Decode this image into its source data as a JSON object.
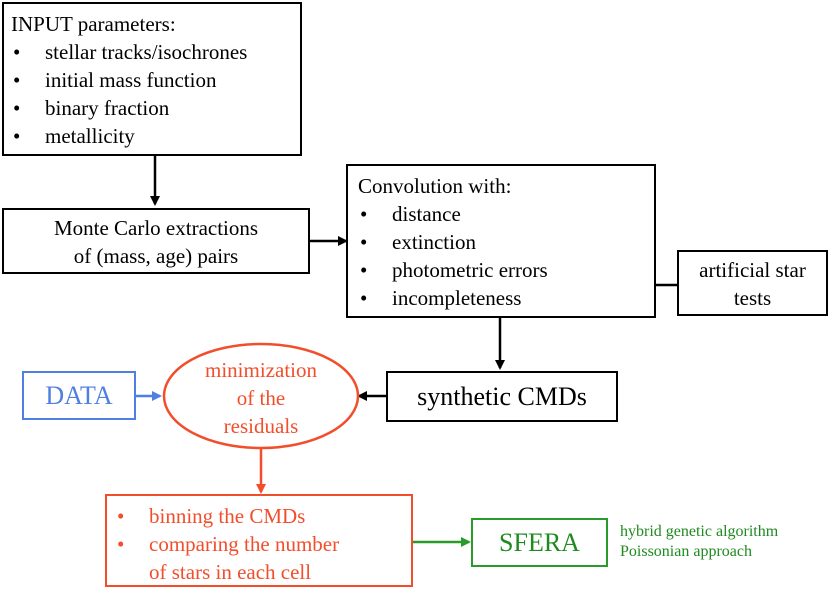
{
  "input_box": {
    "title": "INPUT parameters:",
    "items": [
      "stellar tracks/isochrones",
      "initial mass function",
      "binary fraction",
      "metallicity"
    ]
  },
  "monte_carlo_box": {
    "line1": "Monte Carlo extractions",
    "line2": "of (mass, age) pairs"
  },
  "convolution_box": {
    "title": "Convolution with:",
    "items": [
      "distance",
      "extinction",
      "photometric errors",
      "incompleteness"
    ]
  },
  "artificial_box": {
    "line1": "artificial star",
    "line2": "tests"
  },
  "synthetic_box": {
    "label": "synthetic CMDs"
  },
  "data_box": {
    "label": "DATA"
  },
  "minimization_ellipse": {
    "line1": "minimization",
    "line2": "of the",
    "line3": "residuals"
  },
  "binning_box": {
    "items": [
      "binning the CMDs",
      "comparing the number"
    ],
    "continuation": "of stars in each cell"
  },
  "sfera_box": {
    "label": "SFERA"
  },
  "sfera_notes": {
    "line1": "hybrid genetic algorithm",
    "line2": "Poissonian approach"
  },
  "colors": {
    "black": "#000000",
    "red": "#f24e2c",
    "blue": "#4f7fe0",
    "green": "#2a9a2a"
  }
}
